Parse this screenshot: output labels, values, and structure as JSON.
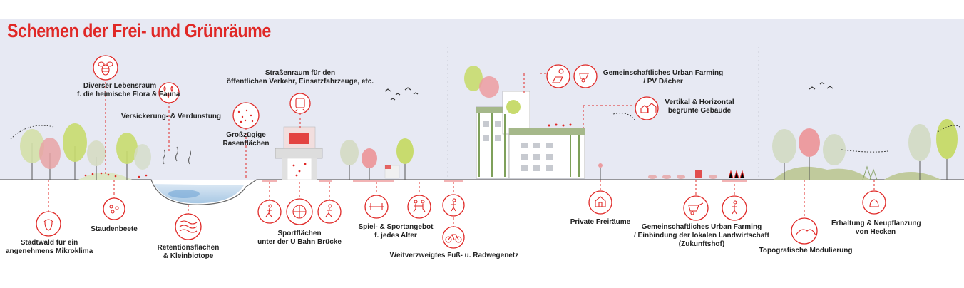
{
  "title": "Schemen der Frei- und Grünräume",
  "colors": {
    "accent": "#e02826",
    "sky": "#e6e8f2",
    "ground_line": "#666666",
    "tree_green": "#c8dc82",
    "tree_pink": "#ec9ca0",
    "water": "#bfd7ea"
  },
  "labels": {
    "diverser_lebensraum": [
      "Diverser Lebensraum",
      "f. die heimische Flora & Fauna"
    ],
    "versickerung": [
      "Versickerung- & Verdunstung"
    ],
    "grosszuegige_rasen": [
      "Großzügige",
      "Rasenflächen"
    ],
    "strassenraum": [
      "Straßenraum für den",
      "öffentlichen Verkehr, Einsatzfahrzeuge, etc."
    ],
    "urban_farming_pv": [
      "Gemeinschaftliches Urban Farming",
      "/ PV Dächer"
    ],
    "vertikal_horizontal": [
      "Vertikal & Horizontal",
      "begrünte Gebäude"
    ],
    "stadtwald": [
      "Stadtwald für ein",
      "angenehmens Mikroklima"
    ],
    "staudenbeete": [
      "Staudenbeete"
    ],
    "retentionsflaechen": [
      "Retentionsflächen",
      "& Kleinbiotope"
    ],
    "sportflaechen": [
      "Sportflächen",
      "unter der U Bahn Brücke"
    ],
    "spiel_sport": [
      "Spiel- & Sportangebot",
      "f. jedes Alter"
    ],
    "radwegenetz": [
      "Weitverzweigtes Fuß- u. Radwegenetz"
    ],
    "private_freiraeume": [
      "Private Freiräume"
    ],
    "urban_farming_landwirtschaft": [
      "Gemeinschaftliches Urban Farming",
      "/ Einbindung der lokalen Landwirtschaft",
      "(Zukunftshof)"
    ],
    "topografische": [
      "Topografische Modulierung"
    ],
    "hecken": [
      "Erhaltung & Neupflanzung",
      "von Hecken"
    ]
  },
  "icons": [
    "bee-icon",
    "water-drops-icon",
    "grass-icon",
    "tram-icon",
    "solar-panel-icon",
    "wheelbarrow-icon",
    "houses-icon",
    "acorn-icon",
    "flowers-icon",
    "waves-icon",
    "runner-icon",
    "ball-sport-icon",
    "dumbbell-icon",
    "playing-children-icon",
    "walker-icon",
    "bicycle-icon",
    "house-icon",
    "hills-icon",
    "hedge-icon"
  ]
}
